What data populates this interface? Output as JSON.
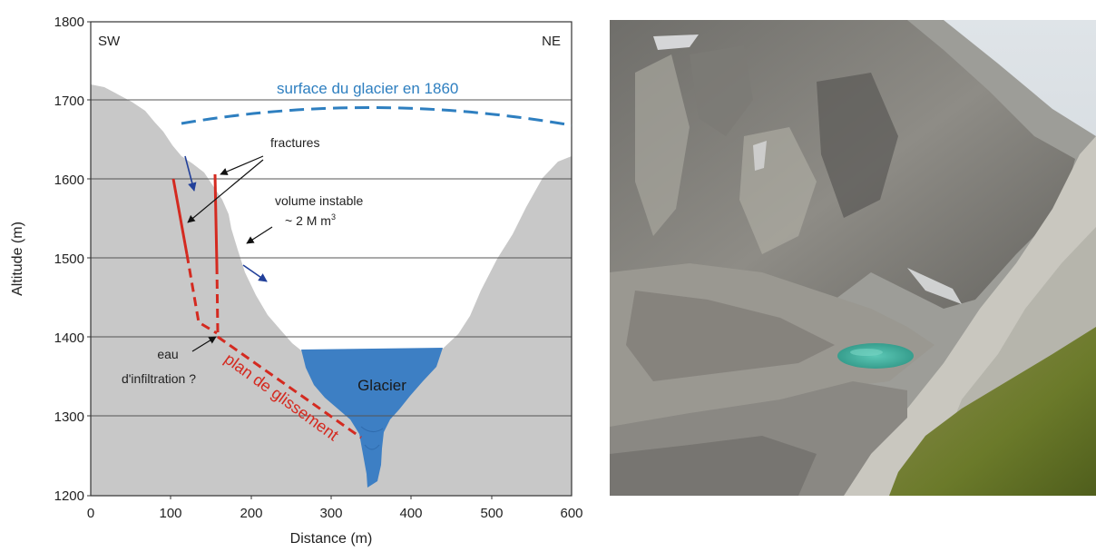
{
  "diagram": {
    "xaxis": {
      "label": "Distance (m)",
      "ticks": [
        "0",
        "100",
        "200",
        "300",
        "400",
        "500",
        "600"
      ],
      "range": [
        0,
        600
      ]
    },
    "yaxis": {
      "label": "Altitude (m)",
      "ticks": [
        "1200",
        "1300",
        "1400",
        "1500",
        "1600",
        "1700",
        "1800"
      ],
      "range": [
        1200,
        1800
      ]
    },
    "grid": "horizontal",
    "corner_left": "SW",
    "corner_right": "NE",
    "annotations": {
      "glacier_1860": "surface du glacier en 1860",
      "fractures": "fractures",
      "volume_line1": "volume instable",
      "volume_line2": "~ 2 M m",
      "volume_sup": "3",
      "eau_line1": "eau",
      "eau_line2": "d'infiltration ?",
      "plan": "plan de glissement",
      "glacier": "Glacier"
    },
    "colors": {
      "terrain": "#c8c8c8",
      "glacier": "#3d7fc4",
      "surface_1860": "#2e7fc0",
      "fracture": "#d42a20",
      "movement_arrow": "#22409a"
    }
  },
  "photo": {
    "description_icon": "mountain-photo",
    "colors": {
      "sky": "#d7dde2",
      "rock": "#8c8b86",
      "lake": "#46b3a2",
      "grass": "#6e7a2c"
    }
  }
}
